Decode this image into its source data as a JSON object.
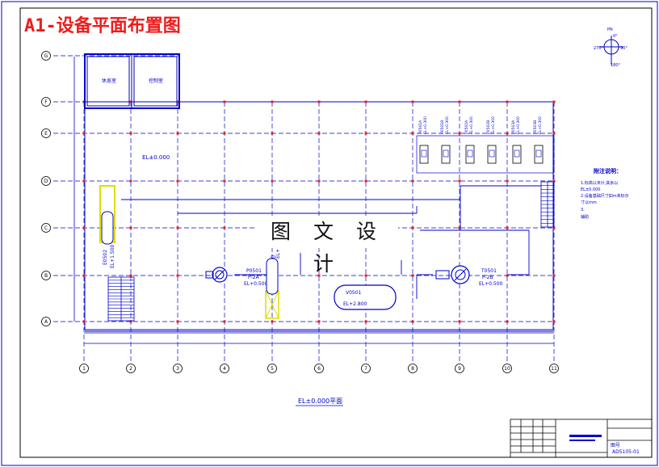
{
  "title": "A1-设备平面布置图",
  "watermark": "图 文 设 计",
  "rooms": [
    "休息室",
    "控制室"
  ],
  "level_label": "EL±0.000",
  "plan_caption": "EL±0.000平面",
  "compass": {
    "n": "0°",
    "e": "90°",
    "s": "180°",
    "w": "270°",
    "pn": "PN"
  },
  "axes": {
    "rows": [
      "G",
      "F",
      "E",
      "D",
      "C",
      "B",
      "A"
    ],
    "cols": [
      "1",
      "2",
      "3",
      "4",
      "5",
      "6",
      "7",
      "8",
      "9",
      "10",
      "11"
    ]
  },
  "equipment": {
    "e0501": "E0502",
    "e0501_el": "EL+1.500",
    "p0501": "P0501",
    "p0501_tag": "P-2A",
    "p0501_el": "EL+0.500",
    "d0501": "D",
    "d0501_el": "EL+",
    "v0501": "V0501",
    "v0501_el": "EL+2.800",
    "t0501": "T0501",
    "t0501_tag": "P-2B",
    "t0501_el": "EL+0.500",
    "top_tanks": [
      "P0501A",
      "P0501B",
      "P0502A",
      "P0502B",
      "P0503A",
      "P0503B"
    ],
    "top_tank_el": [
      "EL+0.300",
      "EL+0.300",
      "EL+0.300",
      "EL+0.300",
      "EL+0.300",
      "EL+0.300"
    ]
  },
  "notes": {
    "heading": "附注说明：",
    "lines": [
      "1.标高以米计,其余以",
      "EL±0.000",
      "2.设备基础尺寸如m未标示",
      "寸以mm",
      "3.",
      "辅助"
    ]
  },
  "title_block": {
    "drawing_no": "AD5105-01",
    "code": "图号"
  },
  "colors": {
    "line": "#0000cc",
    "red": "#ee1c1c",
    "yellow": "#dddd00"
  }
}
